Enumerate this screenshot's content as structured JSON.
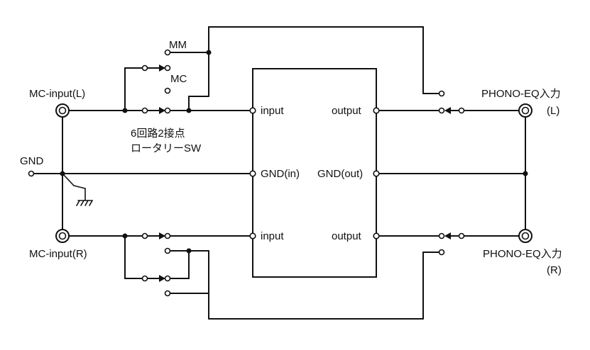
{
  "labels": {
    "mc_input_l": "MC-input(L)",
    "mc_input_r": "MC-input(R)",
    "gnd": "GND",
    "mm": "MM",
    "mc": "MC",
    "switch_line1": "6回路2接点",
    "switch_line2": "ロータリーSW",
    "input_top": "input",
    "gnd_in": "GND(in)",
    "input_bottom": "input",
    "output_top": "output",
    "gnd_out": "GND(out)",
    "output_bottom": "output",
    "phono_l_line1": "PHONO-EQ入力",
    "phono_l_line2": "(L)",
    "phono_r_line1": "PHONO-EQ入力",
    "phono_r_line2": "(R)"
  }
}
